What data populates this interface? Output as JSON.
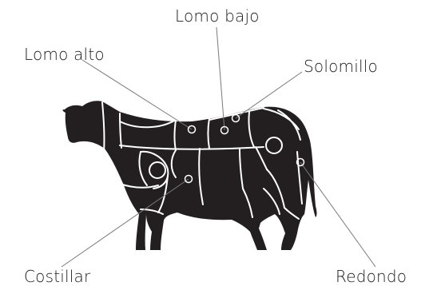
{
  "labels": {
    "lomo_bajo": "Lomo bajo",
    "lomo_alto": "Lomo alto",
    "solomillo": "Solomillo",
    "costillar": "Costillar",
    "redondo": "Redondo"
  },
  "colors": {
    "cow": "#231f20",
    "lines": "#ffffff",
    "leader": "#7a7a7a",
    "background": "#ffffff"
  }
}
